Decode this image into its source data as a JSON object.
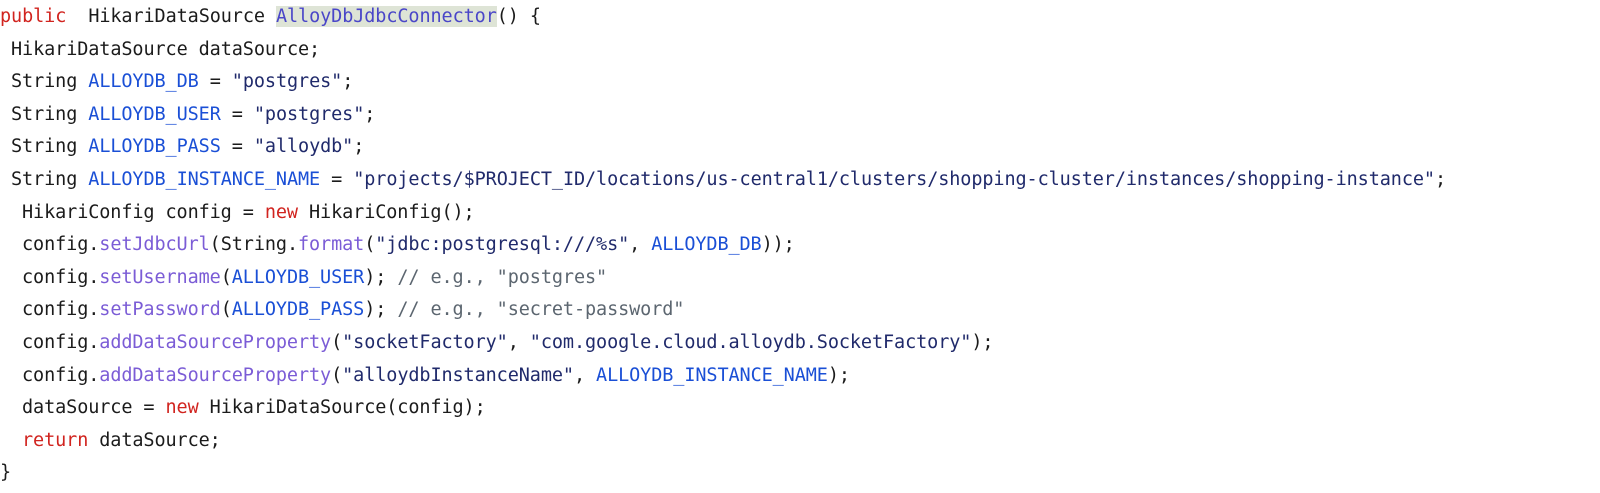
{
  "editor": {
    "language": "java",
    "background_color": "#ffffff",
    "highlight_color": "#dee4d6",
    "colors": {
      "keyword": "#d1241f",
      "constant": "#1a4fd6",
      "method": "#7b5cd6",
      "string": "#202a6b",
      "comment": "#5c6670",
      "plain": "#1b1b1b",
      "highlight_text": "#4a46c8"
    }
  },
  "code": {
    "lines": [
      {
        "indent": 0,
        "tokens": [
          {
            "t": "public",
            "k": "kw"
          },
          {
            "t": "  ",
            "k": "plain"
          },
          {
            "t": "HikariDataSource ",
            "k": "plain"
          },
          {
            "t": "AlloyDbJdbcConnector",
            "k": "highlight"
          },
          {
            "t": "() {",
            "k": "plain"
          }
        ]
      },
      {
        "indent": 1,
        "tokens": [
          {
            "t": "HikariDataSource dataSource;",
            "k": "plain"
          }
        ]
      },
      {
        "indent": 1,
        "tokens": [
          {
            "t": "String ",
            "k": "plain"
          },
          {
            "t": "ALLOYDB_DB",
            "k": "const"
          },
          {
            "t": " = ",
            "k": "plain"
          },
          {
            "t": "\"postgres\"",
            "k": "string"
          },
          {
            "t": ";",
            "k": "plain"
          }
        ]
      },
      {
        "indent": 1,
        "tokens": [
          {
            "t": "String ",
            "k": "plain"
          },
          {
            "t": "ALLOYDB_USER",
            "k": "const"
          },
          {
            "t": " = ",
            "k": "plain"
          },
          {
            "t": "\"postgres\"",
            "k": "string"
          },
          {
            "t": ";",
            "k": "plain"
          }
        ]
      },
      {
        "indent": 1,
        "tokens": [
          {
            "t": "String ",
            "k": "plain"
          },
          {
            "t": "ALLOYDB_PASS",
            "k": "const"
          },
          {
            "t": " = ",
            "k": "plain"
          },
          {
            "t": "\"alloydb\"",
            "k": "string"
          },
          {
            "t": ";",
            "k": "plain"
          }
        ]
      },
      {
        "indent": 1,
        "tokens": [
          {
            "t": "String ",
            "k": "plain"
          },
          {
            "t": "ALLOYDB_INSTANCE_NAME",
            "k": "const"
          },
          {
            "t": " = ",
            "k": "plain"
          },
          {
            "t": "\"projects/$PROJECT_ID/locations/us-central1/clusters/shopping-cluster/instances/shopping-instance\"",
            "k": "string"
          },
          {
            "t": ";",
            "k": "plain"
          }
        ]
      },
      {
        "indent": 2,
        "tokens": [
          {
            "t": "HikariConfig config = ",
            "k": "plain"
          },
          {
            "t": "new",
            "k": "kw"
          },
          {
            "t": " HikariConfig();",
            "k": "plain"
          }
        ]
      },
      {
        "indent": 2,
        "tokens": [
          {
            "t": "config.",
            "k": "plain"
          },
          {
            "t": "setJdbcUrl",
            "k": "method"
          },
          {
            "t": "(String.",
            "k": "plain"
          },
          {
            "t": "format",
            "k": "method"
          },
          {
            "t": "(",
            "k": "plain"
          },
          {
            "t": "\"jdbc:postgresql:///%s\"",
            "k": "string"
          },
          {
            "t": ", ",
            "k": "plain"
          },
          {
            "t": "ALLOYDB_DB",
            "k": "const"
          },
          {
            "t": "));",
            "k": "plain"
          }
        ]
      },
      {
        "indent": 2,
        "tokens": [
          {
            "t": "config.",
            "k": "plain"
          },
          {
            "t": "setUsername",
            "k": "method"
          },
          {
            "t": "(",
            "k": "plain"
          },
          {
            "t": "ALLOYDB_USER",
            "k": "const"
          },
          {
            "t": "); ",
            "k": "plain"
          },
          {
            "t": "// e.g., \"postgres\"",
            "k": "comment"
          }
        ]
      },
      {
        "indent": 2,
        "tokens": [
          {
            "t": "config.",
            "k": "plain"
          },
          {
            "t": "setPassword",
            "k": "method"
          },
          {
            "t": "(",
            "k": "plain"
          },
          {
            "t": "ALLOYDB_PASS",
            "k": "const"
          },
          {
            "t": "); ",
            "k": "plain"
          },
          {
            "t": "// e.g., \"secret-password\"",
            "k": "comment"
          }
        ]
      },
      {
        "indent": 2,
        "tokens": [
          {
            "t": "config.",
            "k": "plain"
          },
          {
            "t": "addDataSourceProperty",
            "k": "method"
          },
          {
            "t": "(",
            "k": "plain"
          },
          {
            "t": "\"socketFactory\"",
            "k": "string"
          },
          {
            "t": ", ",
            "k": "plain"
          },
          {
            "t": "\"com.google.cloud.alloydb.SocketFactory\"",
            "k": "string"
          },
          {
            "t": ");",
            "k": "plain"
          }
        ]
      },
      {
        "indent": 2,
        "tokens": [
          {
            "t": "config.",
            "k": "plain"
          },
          {
            "t": "addDataSourceProperty",
            "k": "method"
          },
          {
            "t": "(",
            "k": "plain"
          },
          {
            "t": "\"alloydbInstanceName\"",
            "k": "string"
          },
          {
            "t": ", ",
            "k": "plain"
          },
          {
            "t": "ALLOYDB_INSTANCE_NAME",
            "k": "const"
          },
          {
            "t": ");",
            "k": "plain"
          }
        ]
      },
      {
        "indent": 2,
        "tokens": [
          {
            "t": "dataSource = ",
            "k": "plain"
          },
          {
            "t": "new",
            "k": "kw"
          },
          {
            "t": " HikariDataSource(config);",
            "k": "plain"
          }
        ]
      },
      {
        "indent": 2,
        "tokens": [
          {
            "t": "return",
            "k": "kw"
          },
          {
            "t": " dataSource;",
            "k": "plain"
          }
        ]
      },
      {
        "indent": 0,
        "tokens": [
          {
            "t": "}",
            "k": "plain"
          }
        ]
      }
    ]
  }
}
